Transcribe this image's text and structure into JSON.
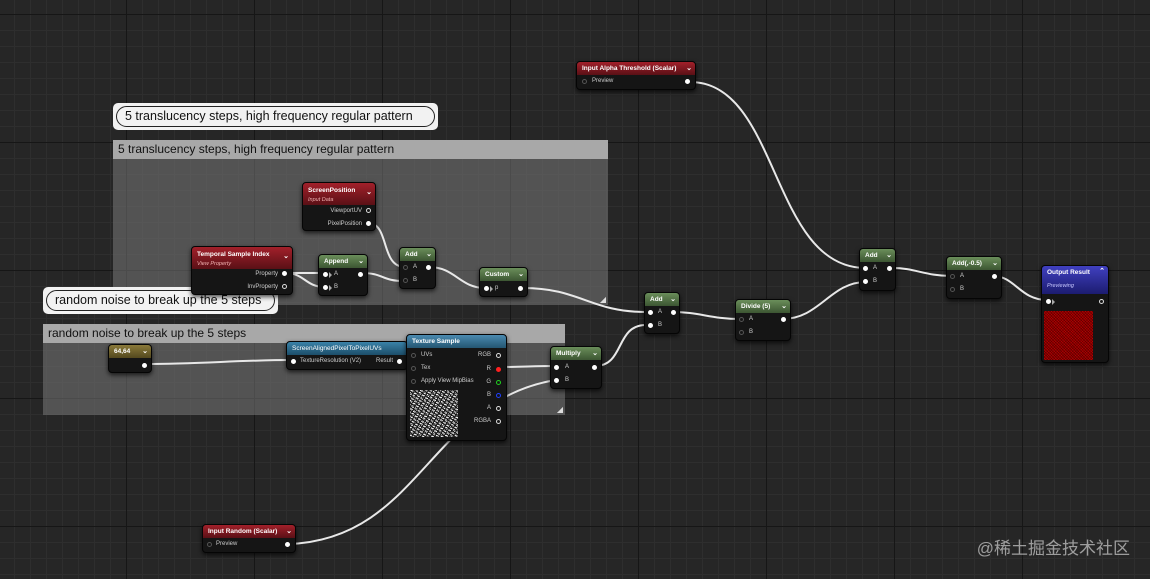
{
  "comments": [
    {
      "title": "5 translucency steps, high frequency regular pattern",
      "bubble": "5 translucency steps, high frequency regular pattern"
    },
    {
      "title": "random noise to break up the 5 steps",
      "bubble": "random noise to break up the 5 steps"
    }
  ],
  "nodes": {
    "alpha_threshold": {
      "title": "Input Alpha Threshold (Scalar)",
      "out": "Preview"
    },
    "screen_position": {
      "title": "ScreenPosition",
      "subtitle": "Input Data",
      "pins": [
        "ViewportUV",
        "PixelPosition"
      ]
    },
    "temporal_sample": {
      "title": "Temporal Sample Index",
      "subtitle": "View Property",
      "pins": [
        "Property",
        "InvProperty"
      ]
    },
    "append": {
      "title": "Append",
      "in_a": "A",
      "in_b": "B"
    },
    "add1": {
      "title": "Add",
      "in_a": "A",
      "in_b": "B"
    },
    "custom": {
      "title": "Custom",
      "in_p": "p"
    },
    "add2": {
      "title": "Add",
      "in_a": "A",
      "in_b": "B"
    },
    "divide": {
      "title": "Divide (5)",
      "in_a": "A",
      "in_b": "B"
    },
    "add3": {
      "title": "Add",
      "in_a": "A",
      "in_b": "B"
    },
    "add4": {
      "title": "Add(,-0.5)",
      "in_a": "A",
      "in_b": "B"
    },
    "output": {
      "title": "Output Result",
      "status": "Previewing"
    },
    "const64": {
      "title": "64,64"
    },
    "pixel_to_uvs": {
      "title": "ScreenAlignedPixelToPixelUVs",
      "in": "TextureResolution (V2)",
      "out": "Result"
    },
    "texture_sample": {
      "title": "Texture Sample",
      "inputs": [
        "UVs",
        "Tex",
        "Apply View MipBias"
      ],
      "outputs": [
        "RGB",
        "R",
        "G",
        "B",
        "A",
        "RGBA"
      ]
    },
    "multiply": {
      "title": "Multiply",
      "in_a": "A",
      "in_b": "B"
    },
    "input_random": {
      "title": "Input Random (Scalar)",
      "out": "Preview"
    }
  },
  "watermark": "@稀土掘金技术社区",
  "colors": {
    "red_header": "#a2202a",
    "green_header": "#6a8e5a",
    "wire": "#e8e8e8",
    "output_red": "#b80000",
    "pin_r": "#ff2020",
    "pin_g": "#20d020",
    "pin_b": "#2040ff"
  }
}
